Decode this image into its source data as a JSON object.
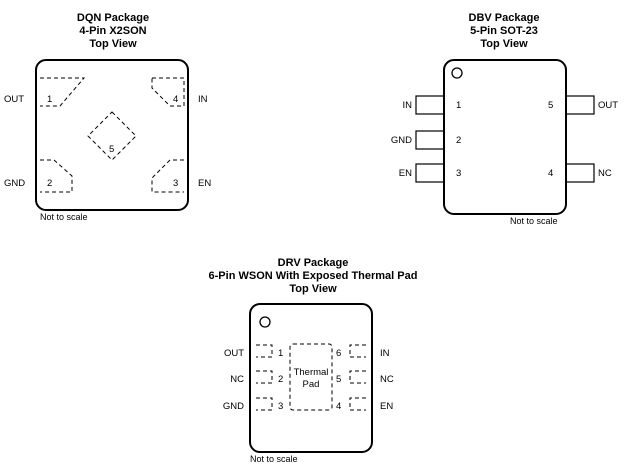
{
  "dqn": {
    "title": [
      "DQN Package",
      "4-Pin X2SON",
      "Top View"
    ],
    "pins": {
      "out": "OUT",
      "in": "IN",
      "gnd": "GND",
      "en": "EN"
    },
    "nums": {
      "p1": "1",
      "p2": "2",
      "p3": "3",
      "p4": "4",
      "p5": "5"
    },
    "note": "Not to scale"
  },
  "dbv": {
    "title": [
      "DBV Package",
      "5-Pin SOT-23",
      "Top View"
    ],
    "pins": {
      "in": "IN",
      "gnd": "GND",
      "en": "EN",
      "out": "OUT",
      "nc": "NC"
    },
    "nums": {
      "p1": "1",
      "p2": "2",
      "p3": "3",
      "p4": "4",
      "p5": "5"
    },
    "note": "Not to scale"
  },
  "drv": {
    "title": [
      "DRV Package",
      "6-Pin WSON With Exposed Thermal Pad",
      "Top View"
    ],
    "pins": {
      "out": "OUT",
      "nc_left": "NC",
      "gnd": "GND",
      "in": "IN",
      "nc_right": "NC",
      "en": "EN"
    },
    "nums": {
      "p1": "1",
      "p2": "2",
      "p3": "3",
      "p4": "4",
      "p5": "5",
      "p6": "6"
    },
    "pad": [
      "Thermal",
      "Pad"
    ],
    "note": "Not to scale"
  }
}
